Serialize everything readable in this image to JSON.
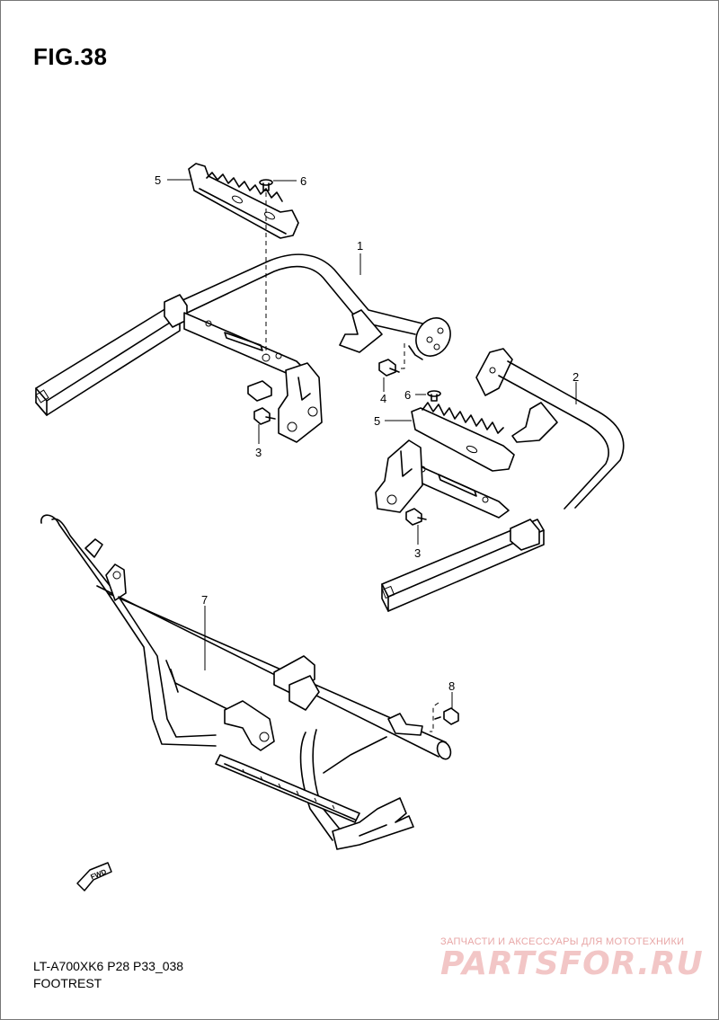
{
  "figure": {
    "title": "FIG.38"
  },
  "callouts": [
    {
      "id": "1",
      "label": "1"
    },
    {
      "id": "2",
      "label": "2"
    },
    {
      "id": "3a",
      "label": "3"
    },
    {
      "id": "3b",
      "label": "3"
    },
    {
      "id": "4",
      "label": "4"
    },
    {
      "id": "5a",
      "label": "5"
    },
    {
      "id": "5b",
      "label": "5"
    },
    {
      "id": "6a",
      "label": "6"
    },
    {
      "id": "6b",
      "label": "6"
    },
    {
      "id": "7",
      "label": "7"
    },
    {
      "id": "8",
      "label": "8"
    }
  ],
  "direction_badge": {
    "label": "FWD"
  },
  "footer": {
    "model_code": "LT-A700XK6 P28 P33_038",
    "section_name": "FOOTREST"
  },
  "watermark": {
    "caption": "ЗАПЧАСТИ И АКСЕССУАРЫ ДЛЯ МОТОТЕХНИКИ",
    "logo_text": "PARTSFOR.RU"
  },
  "colors": {
    "line": "#000000",
    "background": "#ffffff",
    "watermark": "#e8a6a6"
  }
}
